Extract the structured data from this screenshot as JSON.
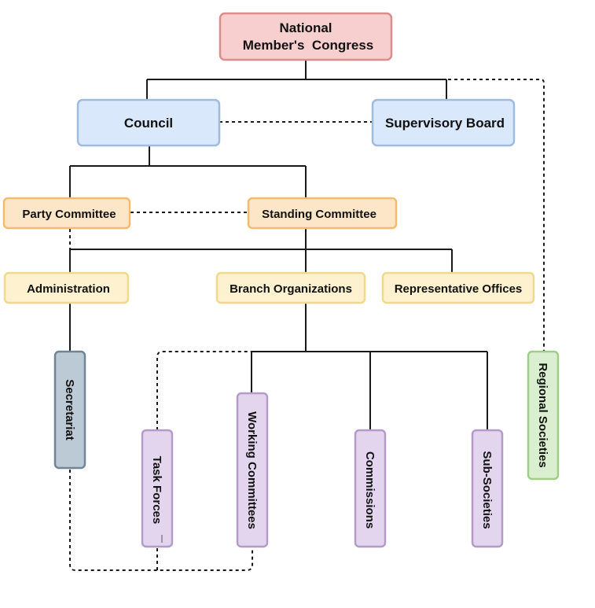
{
  "nodes": {
    "congress": {
      "line1": "National",
      "line2": "Member's  Congress"
    },
    "council": "Council",
    "supervisory_board": "Supervisory Board",
    "party_committee": "Party Committee",
    "standing_committee": "Standing Committee",
    "administration": "Administration",
    "branch_organizations": "Branch Organizations",
    "representative_offices": "Representative Offices",
    "secretariat": "Secretariat",
    "task_forces": "Task Forces",
    "working_committees": "Working Committees",
    "commissions": "Commissions",
    "sub_societies": "Sub-Societies",
    "regional_societies": "Regional Societies"
  },
  "colors": {
    "red_fill": "#f8cfcf",
    "red_stroke": "#d98d8d",
    "blue_fill": "#d9e8fb",
    "blue_stroke": "#9dbce0",
    "orange_fill": "#fde6c8",
    "orange_stroke": "#f2bb6e",
    "yellow_fill": "#fdf1cf",
    "yellow_stroke": "#f0d98a",
    "slate_fill": "#bccad5",
    "slate_stroke": "#6f8494",
    "purple_fill": "#e3d5ee",
    "purple_stroke": "#b49ac9",
    "green_fill": "#d9efcf",
    "green_stroke": "#9fce87"
  }
}
